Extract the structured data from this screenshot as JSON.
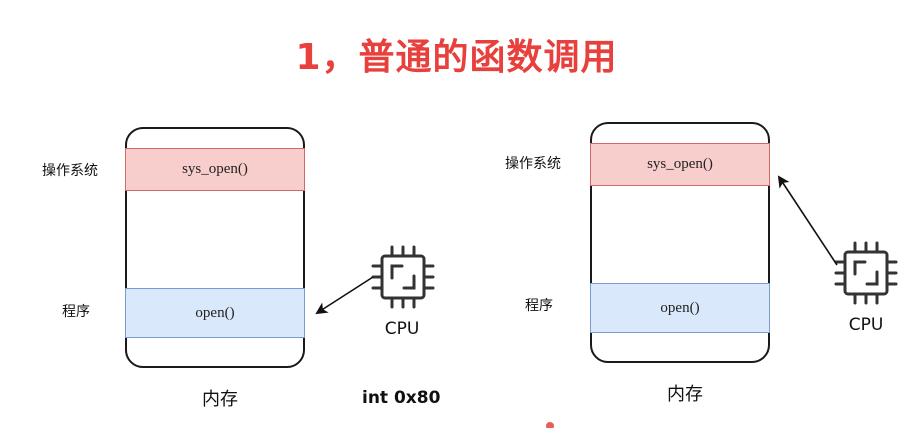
{
  "title": "1，普通的函数调用",
  "left": {
    "os_label": "操作系统",
    "prog_label": "程序",
    "os_segment": "sys_open()",
    "prog_segment": "open()",
    "memory_label": "内存",
    "cpu_label": "CPU"
  },
  "right": {
    "os_label": "操作系统",
    "prog_label": "程序",
    "os_segment": "sys_open()",
    "prog_segment": "open()",
    "memory_label": "内存",
    "cpu_label": "CPU"
  },
  "instruction": "int 0x80",
  "icons": {
    "cpu": "cpu-chip-icon"
  },
  "colors": {
    "title": "#e8403c",
    "os_fill": "#f8cecc",
    "prog_fill": "#dae8fc"
  }
}
